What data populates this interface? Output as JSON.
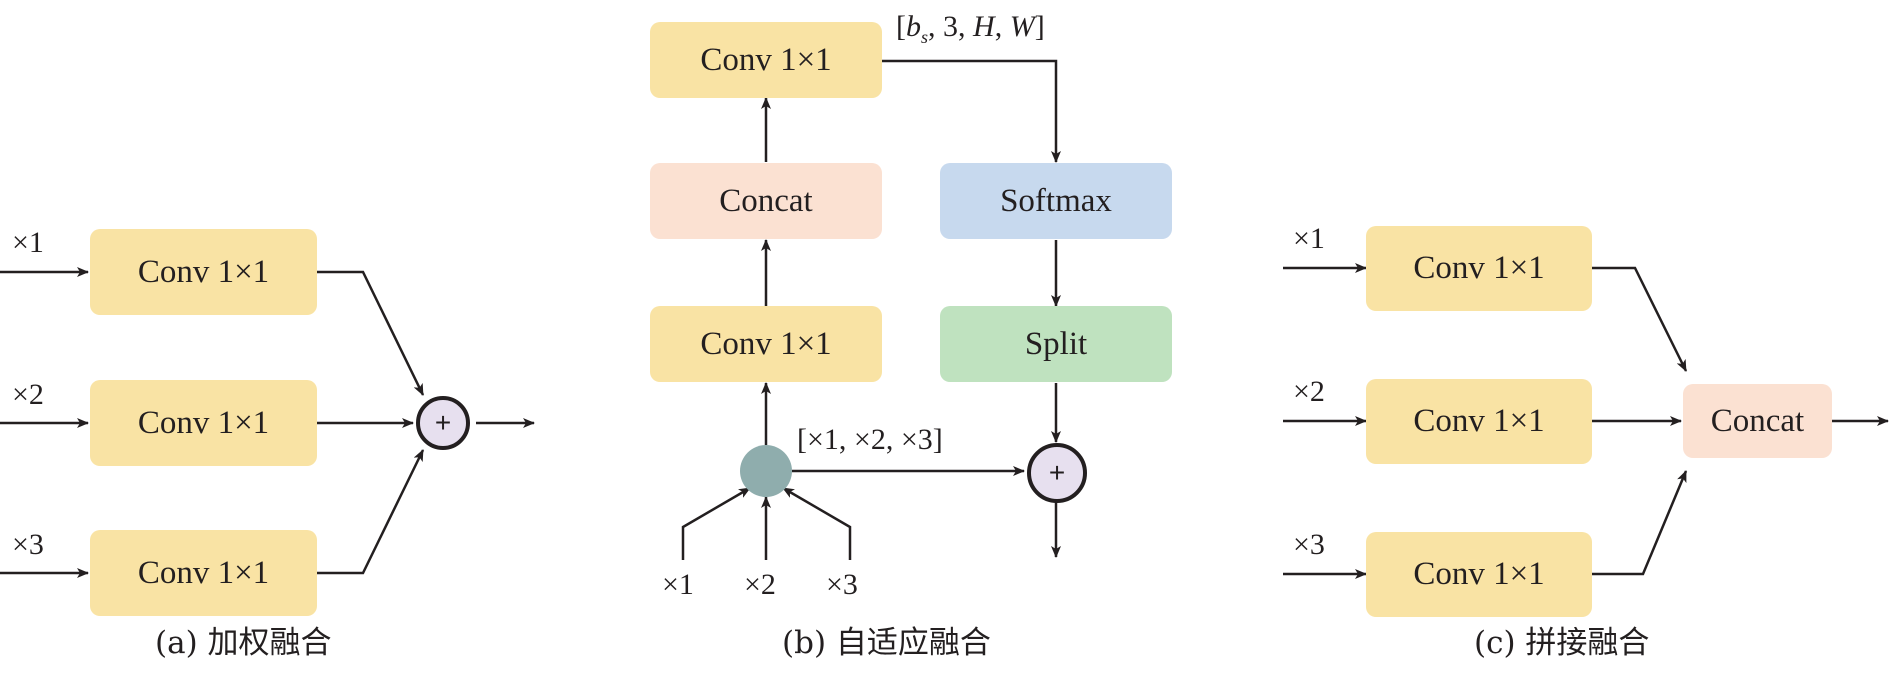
{
  "panel_a": {
    "inputs": [
      "×1",
      "×2",
      "×3"
    ],
    "blocks": [
      "Conv 1×1",
      "Conv 1×1",
      "Conv 1×1"
    ],
    "operator": "+",
    "caption": "(a) 加权融合"
  },
  "panel_b": {
    "inputs": [
      "×1",
      "×2",
      "×3"
    ],
    "concat_vector_label": "[×1, ×2, ×3]",
    "conv_bottom": "Conv 1×1",
    "concat": "Concat",
    "conv_top": "Conv 1×1",
    "shape_label_open": "[",
    "shape_label_b": "b",
    "shape_label_sub": "s",
    "shape_label_rest": ", 3, ",
    "shape_label_H": "H",
    "shape_label_sep": ", ",
    "shape_label_W": "W",
    "shape_label_close": "]",
    "softmax": "Softmax",
    "split": "Split",
    "operator": "+",
    "caption": "(b) 自适应融合"
  },
  "panel_c": {
    "inputs": [
      "×1",
      "×2",
      "×3"
    ],
    "blocks": [
      "Conv 1×1",
      "Conv 1×1",
      "Conv 1×1"
    ],
    "concat": "Concat",
    "caption": "(c) 拼接融合"
  },
  "colors": {
    "conv": "#f9e3a4",
    "concat": "#fbe1d2",
    "softmax": "#c7d9ee",
    "split": "#bfe2bf",
    "sum_node": "#e7e0ef",
    "merge_node": "#8fadad",
    "line": "#231f20"
  }
}
